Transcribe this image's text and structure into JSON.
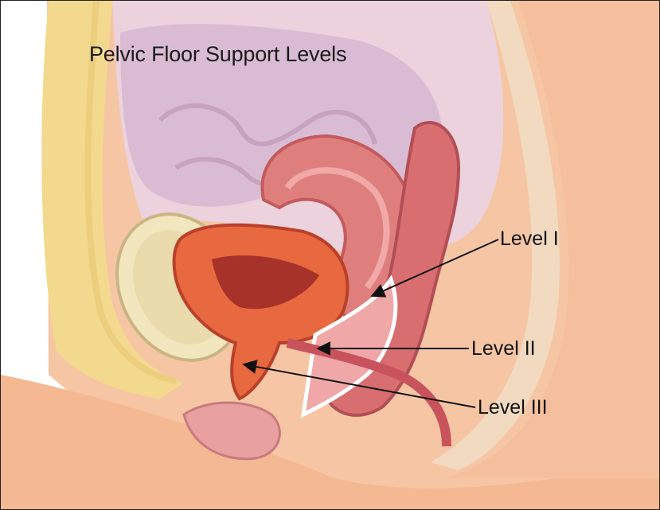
{
  "title": "Pelvic Floor Support Levels",
  "labels": {
    "level_1": "Level I",
    "level_2": "Level II",
    "level_3": "Level III"
  },
  "colors": {
    "skin": "#f6c6a4",
    "fat": "#f3d98e",
    "bowel": "#e3cde0",
    "uterus": "#de7f7e",
    "bladder": "#e8683f",
    "bone": "#f2e6bf",
    "pointer_line": "#111111"
  }
}
